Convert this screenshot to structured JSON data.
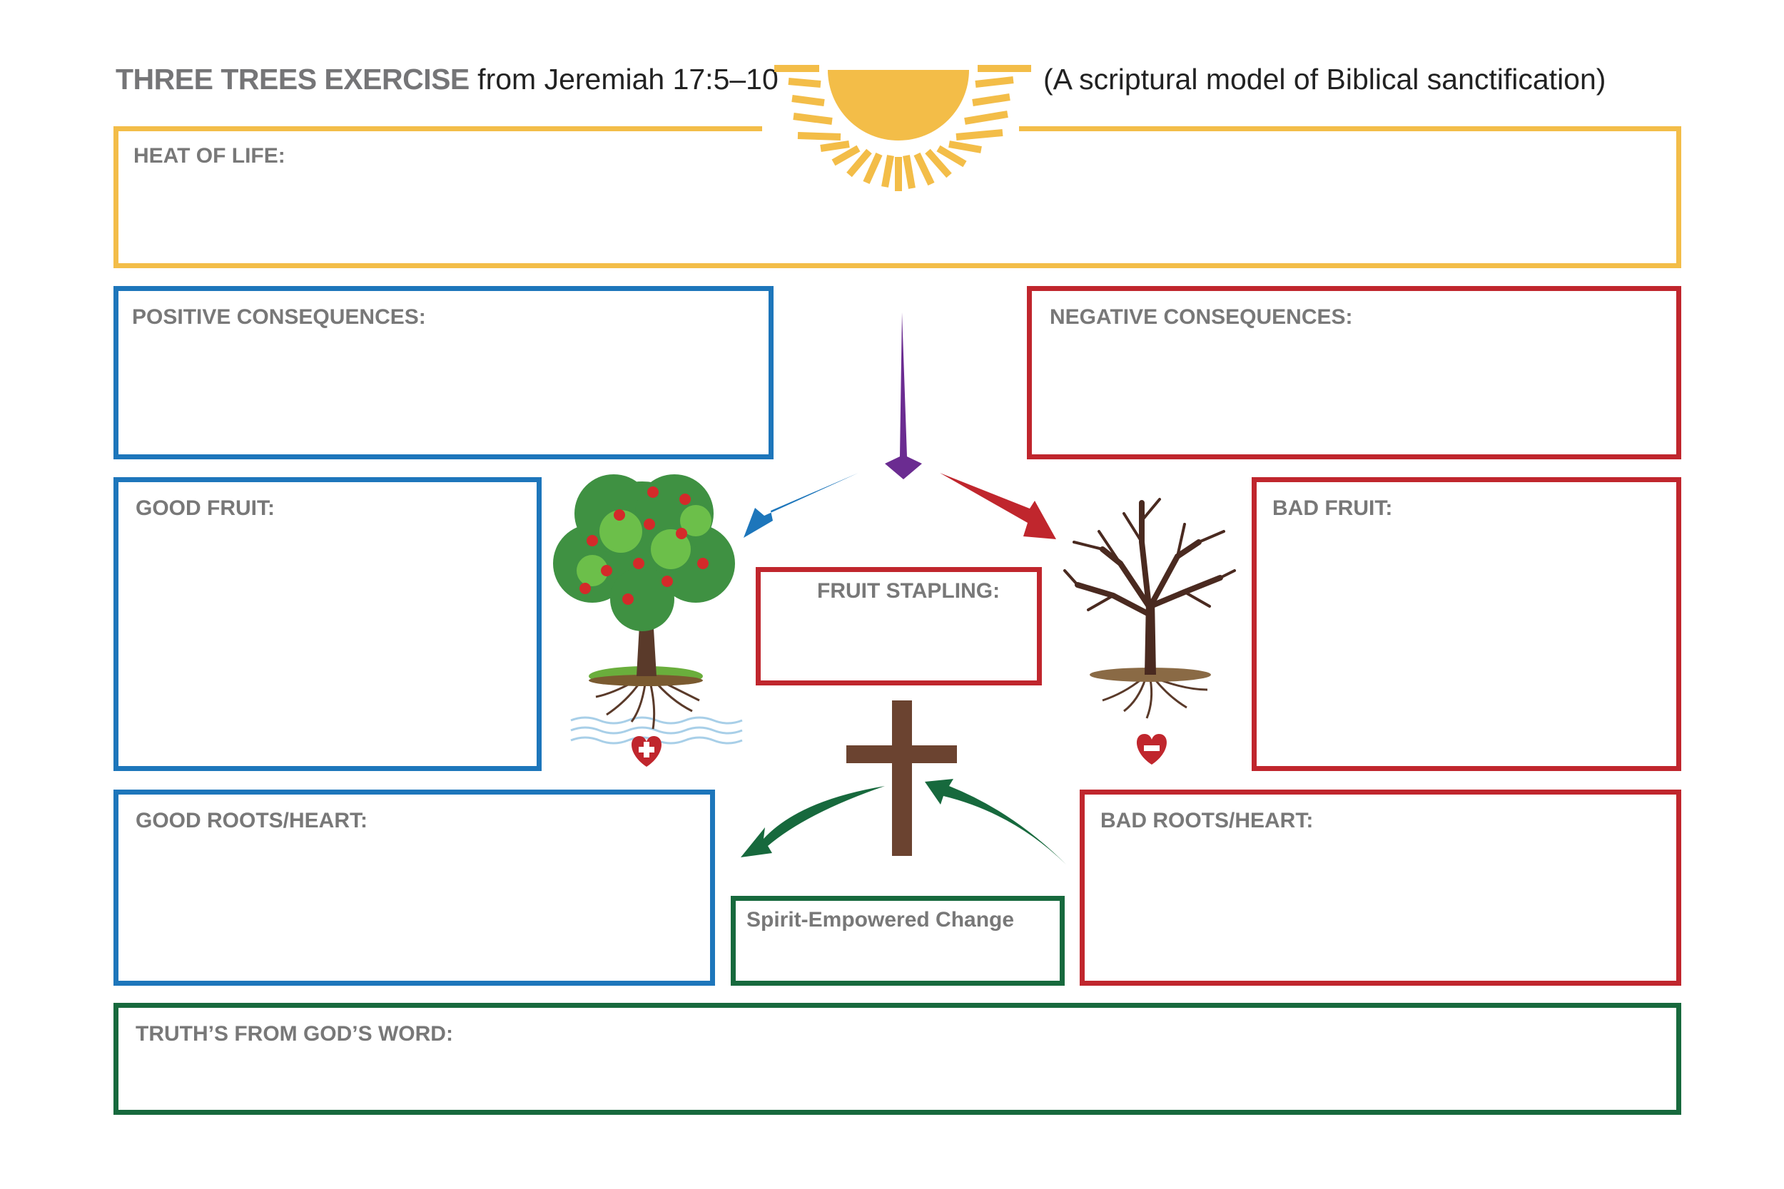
{
  "header": {
    "title_bold": "THREE TREES EXERCISE",
    "title_rest": " from Jeremiah 17:5–10",
    "subtitle": "(A scriptural model of Biblical sanctification)"
  },
  "boxes": {
    "heat_of_life": "HEAT OF LIFE:",
    "positive_consequences": "POSITIVE CONSEQUENCES:",
    "negative_consequences": "NEGATIVE CONSEQUENCES:",
    "good_fruit": "GOOD FRUIT:",
    "bad_fruit": "BAD FRUIT:",
    "fruit_stapling": "FRUIT STAPLING:",
    "good_roots": "GOOD ROOTS/HEART:",
    "bad_roots": "BAD ROOTS/HEART:",
    "spirit_change": "Spirit-Empowered Change",
    "truths": "TRUTH’S FROM GOD’S WORD:"
  },
  "colors": {
    "yellow": "#f3bd48",
    "blue": "#1d76bb",
    "red": "#c0262d",
    "green": "#17693d",
    "purple": "#6b2c91",
    "cross": "#6b4330"
  },
  "icons": {
    "sun": "sun-icon",
    "good_tree": "good-tree-icon",
    "bad_tree": "bad-tree-icon",
    "plus_heart": "heart-plus-icon",
    "minus_heart": "heart-minus-icon",
    "cross": "cross-icon"
  }
}
